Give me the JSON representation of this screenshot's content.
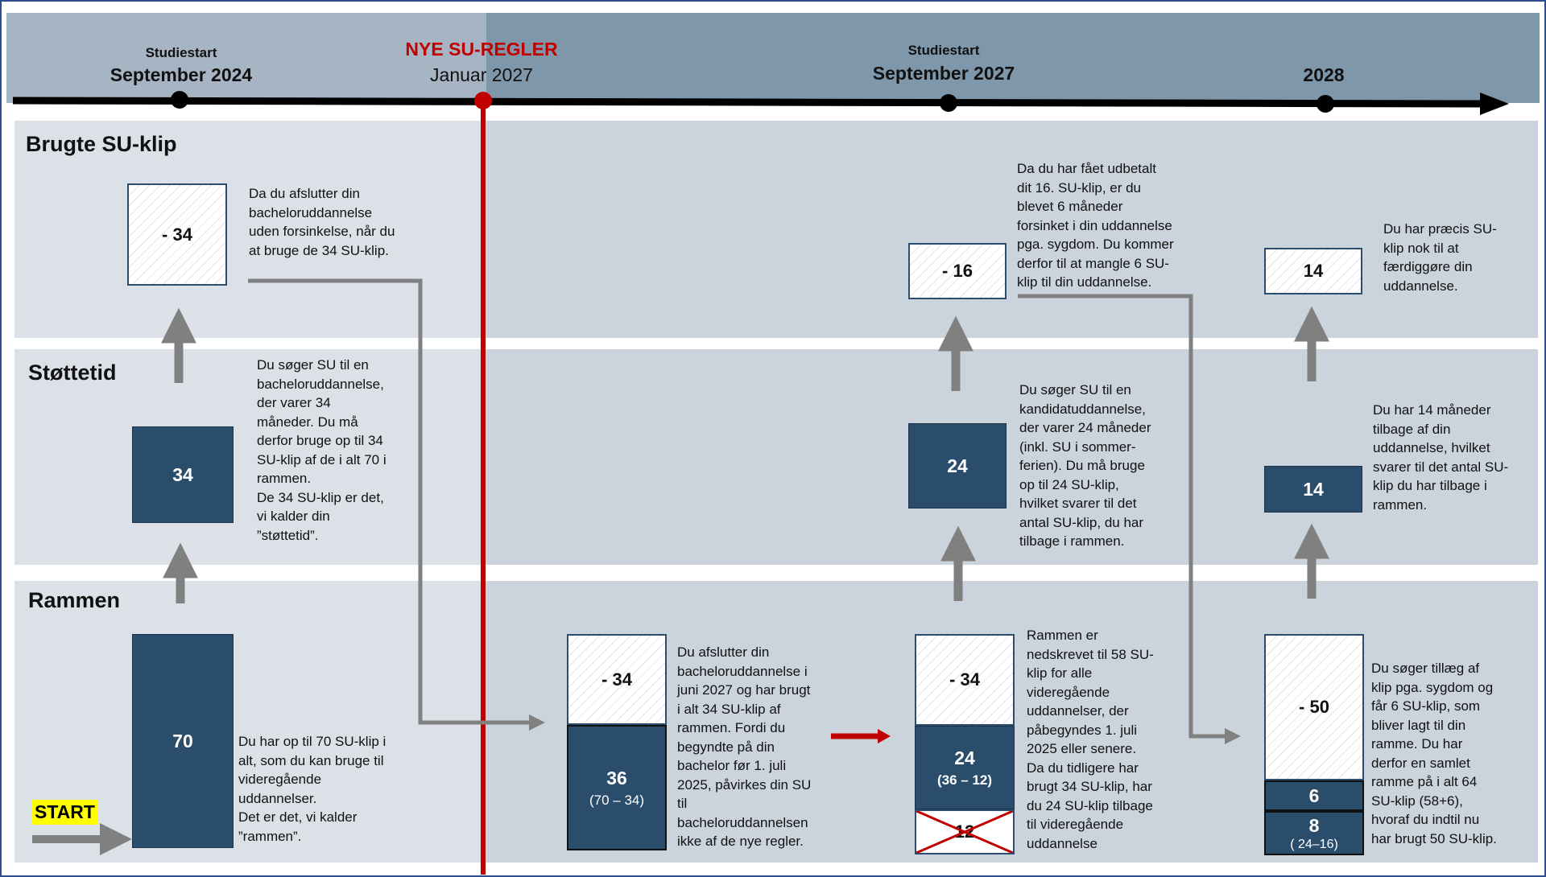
{
  "timeline": {
    "m1": {
      "top": "Studiestart",
      "main": "September 2024"
    },
    "m2": {
      "top": "NYE SU-REGLER",
      "main": "Januar 2027"
    },
    "m3": {
      "top": "Studiestart",
      "main": "September 2027"
    },
    "m4": {
      "main": "2028"
    }
  },
  "lanes": {
    "brugte": "Brugte SU-klip",
    "stotte": "Støttetid",
    "rammen": "Rammen"
  },
  "start_label": "START",
  "col1": {
    "rammen_value": "70",
    "stotte_value": "34",
    "brugte_value": "- 34",
    "rammen_note": [
      "Du har op til 70 SU-klip i",
      "alt, som du kan bruge til",
      "videregående",
      "uddannelser.",
      "Det er det, vi kalder",
      "”rammen”."
    ],
    "stotte_note": [
      "Du søger SU til en",
      "bacheloruddannelse,",
      "der varer 34",
      "måneder. Du må",
      "derfor bruge op til 34",
      "SU-klip af de i alt 70 i",
      "rammen.",
      "De 34 SU-klip er det,",
      "vi kalder din",
      "”støttetid”."
    ],
    "brugte_note": [
      "Da du afslutter din",
      "bacheloruddannelse",
      "uden forsinkelse, når du",
      "at bruge de 34 SU-klip."
    ]
  },
  "col2": {
    "used": "- 34",
    "remaining": "36",
    "remaining_sub": "(70 – 34)",
    "note": [
      "Du afslutter din",
      "bacheloruddannelse i",
      "juni 2027 og har brugt",
      "i alt 34 SU-klip af",
      "rammen. Fordi du",
      "begyndte på din",
      "bachelor før 1. juli",
      "2025, påvirkes din SU",
      "til",
      "bacheloruddannelsen",
      "ikke af de nye regler."
    ]
  },
  "col3": {
    "used": "- 34",
    "remaining": "24",
    "remaining_sub": "(36 – 12)",
    "crossed": "12",
    "stotte_value": "24",
    "brugte_value": "- 16",
    "rammen_note": [
      "Rammen er",
      "nedskrevet til 58 SU-",
      "klip for alle",
      "videregående",
      "uddannelser, der",
      "påbegyndes 1. juli",
      "2025 eller senere.",
      "Da du tidligere har",
      "brugt 34 SU-klip, har",
      "du 24 SU-klip tilbage",
      "til videregående",
      "uddannelse"
    ],
    "stotte_note": [
      "Du søger SU til en",
      "kandidatuddannelse,",
      "der varer 24 måneder",
      "(inkl. SU i sommer-",
      "ferien). Du må bruge",
      "op til 24 SU-klip,",
      "hvilket svarer til det",
      "antal SU-klip, du har",
      "tilbage i rammen."
    ],
    "brugte_note": [
      "Da du har fået udbetalt",
      "dit 16. SU-klip, er du",
      "blevet 6 måneder",
      "forsinket i din uddannelse",
      "pga. sygdom. Du kommer",
      "derfor til at mangle 6 SU-",
      "klip til din uddannelse."
    ]
  },
  "col4": {
    "used": "- 50",
    "added": "6",
    "remaining": "8",
    "remaining_sub": "( 24–16)",
    "stotte_value": "14",
    "brugte_value": "14",
    "rammen_note": [
      "Du søger tillæg af",
      "klip pga. sygdom og",
      "får 6 SU-klip, som",
      "bliver lagt til din",
      "ramme. Du har",
      "derfor en samlet",
      "ramme på i alt 64",
      "SU-klip (58+6),",
      "hvoraf du indtil nu",
      "har brugt 50 SU-klip."
    ],
    "stotte_note": [
      "Du har 14 måneder",
      "tilbage af din",
      "uddannelse, hvilket",
      "svarer til det antal SU-",
      "klip du har tilbage i",
      "rammen."
    ],
    "brugte_note": [
      "Du har præcis SU-",
      "klip nok til at",
      "færdiggøre din",
      "uddannelse."
    ]
  },
  "colors": {
    "bar": "#2a4d6c",
    "red": "#c00000",
    "arrow": "#808080",
    "highlight": "#ffff00"
  },
  "icons": [
    "timeline-arrow",
    "flow-arrow",
    "red-arrow",
    "cross-mark"
  ]
}
